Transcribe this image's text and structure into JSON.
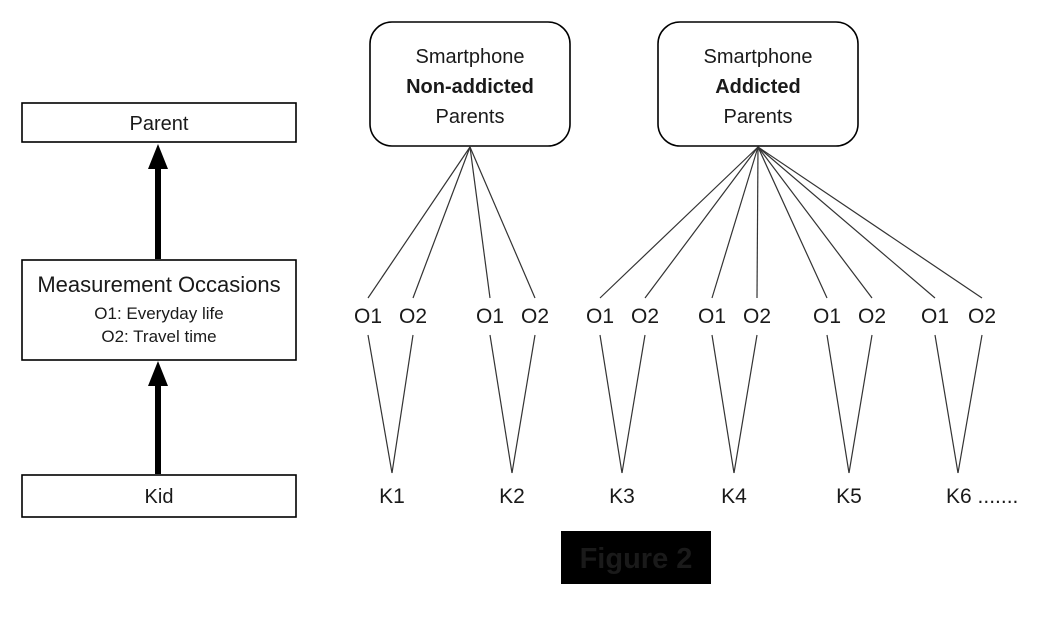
{
  "figure_label": "Figure 2",
  "colors": {
    "background": "#ffffff",
    "line": "#000000",
    "figure_label_bg": "#000000",
    "figure_label_fg": "#ffffff"
  },
  "left_panel": {
    "parent_label": "Parent",
    "measurement_title": "Measurement Occasions",
    "measurement_line1": "O1: Everyday life",
    "measurement_line2": "O2: Travel time",
    "kid_label": "Kid"
  },
  "groups": [
    {
      "name_line1": "Smartphone",
      "name_line2": "Non-addicted",
      "name_line3": "Parents",
      "kids": [
        {
          "label": "K1",
          "occasions": [
            "O1",
            "O2"
          ]
        },
        {
          "label": "K2",
          "occasions": [
            "O1",
            "O2"
          ]
        }
      ]
    },
    {
      "name_line1": "Smartphone",
      "name_line2": "Addicted",
      "name_line3": "Parents",
      "kids": [
        {
          "label": "K3",
          "occasions": [
            "O1",
            "O2"
          ]
        },
        {
          "label": "K4",
          "occasions": [
            "O1",
            "O2"
          ]
        },
        {
          "label": "K5",
          "occasions": [
            "O1",
            "O2"
          ]
        },
        {
          "label": "K6 .......",
          "occasions": [
            "O1",
            "O2"
          ]
        }
      ]
    }
  ]
}
